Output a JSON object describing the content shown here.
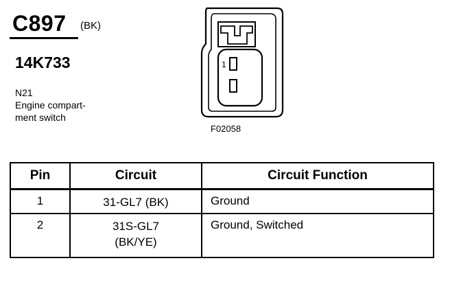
{
  "connector": {
    "id": "C897",
    "color": "(BK)",
    "part_number": "14K733",
    "location_code": "N21",
    "location_lines": [
      "Engine compart-",
      "ment switch"
    ],
    "figure_code": "F02058",
    "cavity_labels": [
      "1"
    ]
  },
  "table": {
    "headers": {
      "pin": "Pin",
      "circuit": "Circuit",
      "function": "Circuit Function"
    },
    "rows": [
      {
        "pin": "1",
        "circuit": [
          "31-GL7 (BK)"
        ],
        "function": "Ground"
      },
      {
        "pin": "2",
        "circuit": [
          "31S-GL7",
          "(BK/YE)"
        ],
        "function": "Ground, Switched"
      }
    ]
  }
}
